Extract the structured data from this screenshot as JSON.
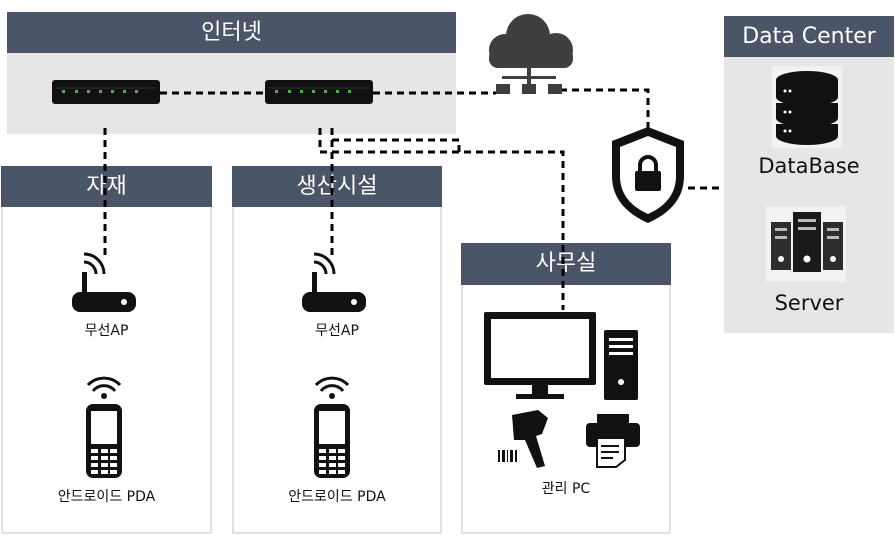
{
  "internet": {
    "title": "인터넷"
  },
  "datacenter": {
    "title": "Data Center",
    "database_label": "DataBase",
    "server_label": "Server"
  },
  "jajae": {
    "title": "자재",
    "ap_label": "무선AP",
    "pda_label": "안드로이드 PDA"
  },
  "production": {
    "title": "생산시설",
    "ap_label": "무선AP",
    "pda_label": "안드로이드 PDA"
  },
  "office": {
    "title": "사무실",
    "pc_label": "관리 PC"
  },
  "colors": {
    "header": "#4b5568",
    "panel": "#e6e6e6",
    "icon": "#111111"
  }
}
